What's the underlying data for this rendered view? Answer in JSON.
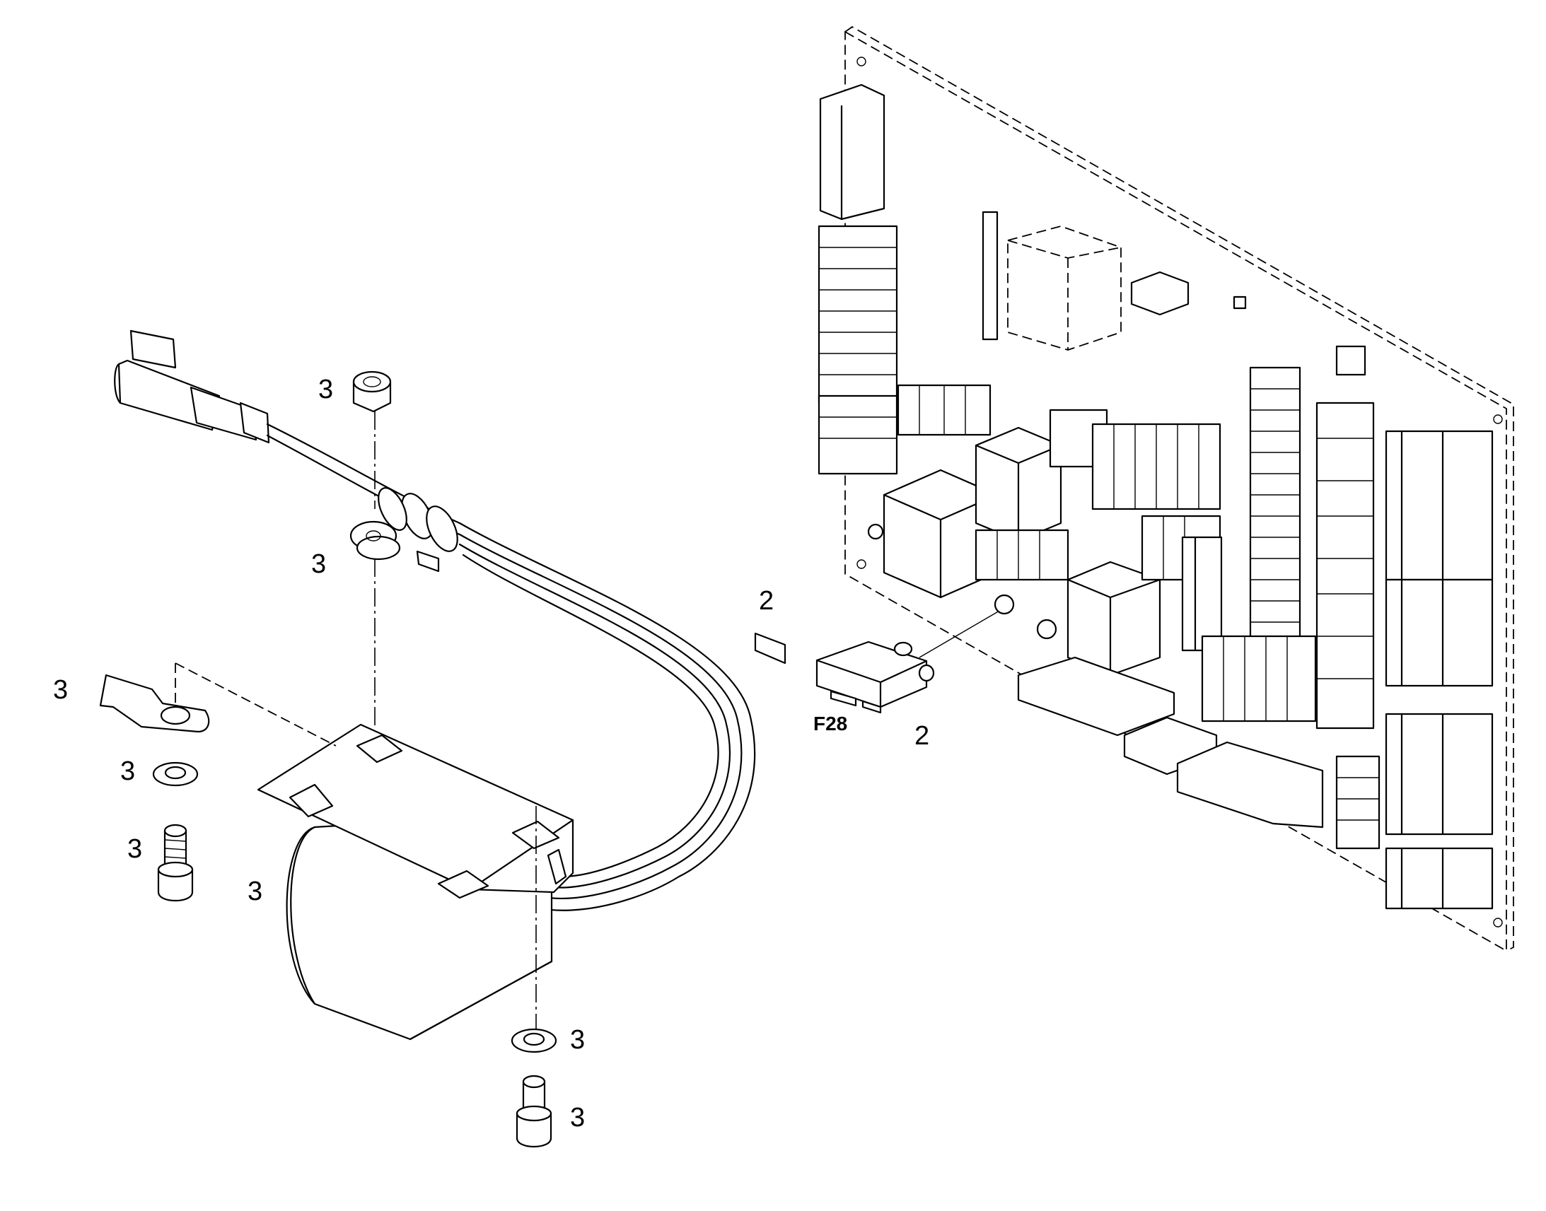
{
  "diagram": {
    "callouts": {
      "nut": "3",
      "clamp": "3",
      "terminal": "3",
      "washer_left": "3",
      "screw_left": "3",
      "solenoid": "3",
      "washer_bottom": "3",
      "screw_bottom": "3",
      "fuse_label_top": "2",
      "fuse_label_bottom": "2"
    },
    "fuse_ref": "F28"
  }
}
